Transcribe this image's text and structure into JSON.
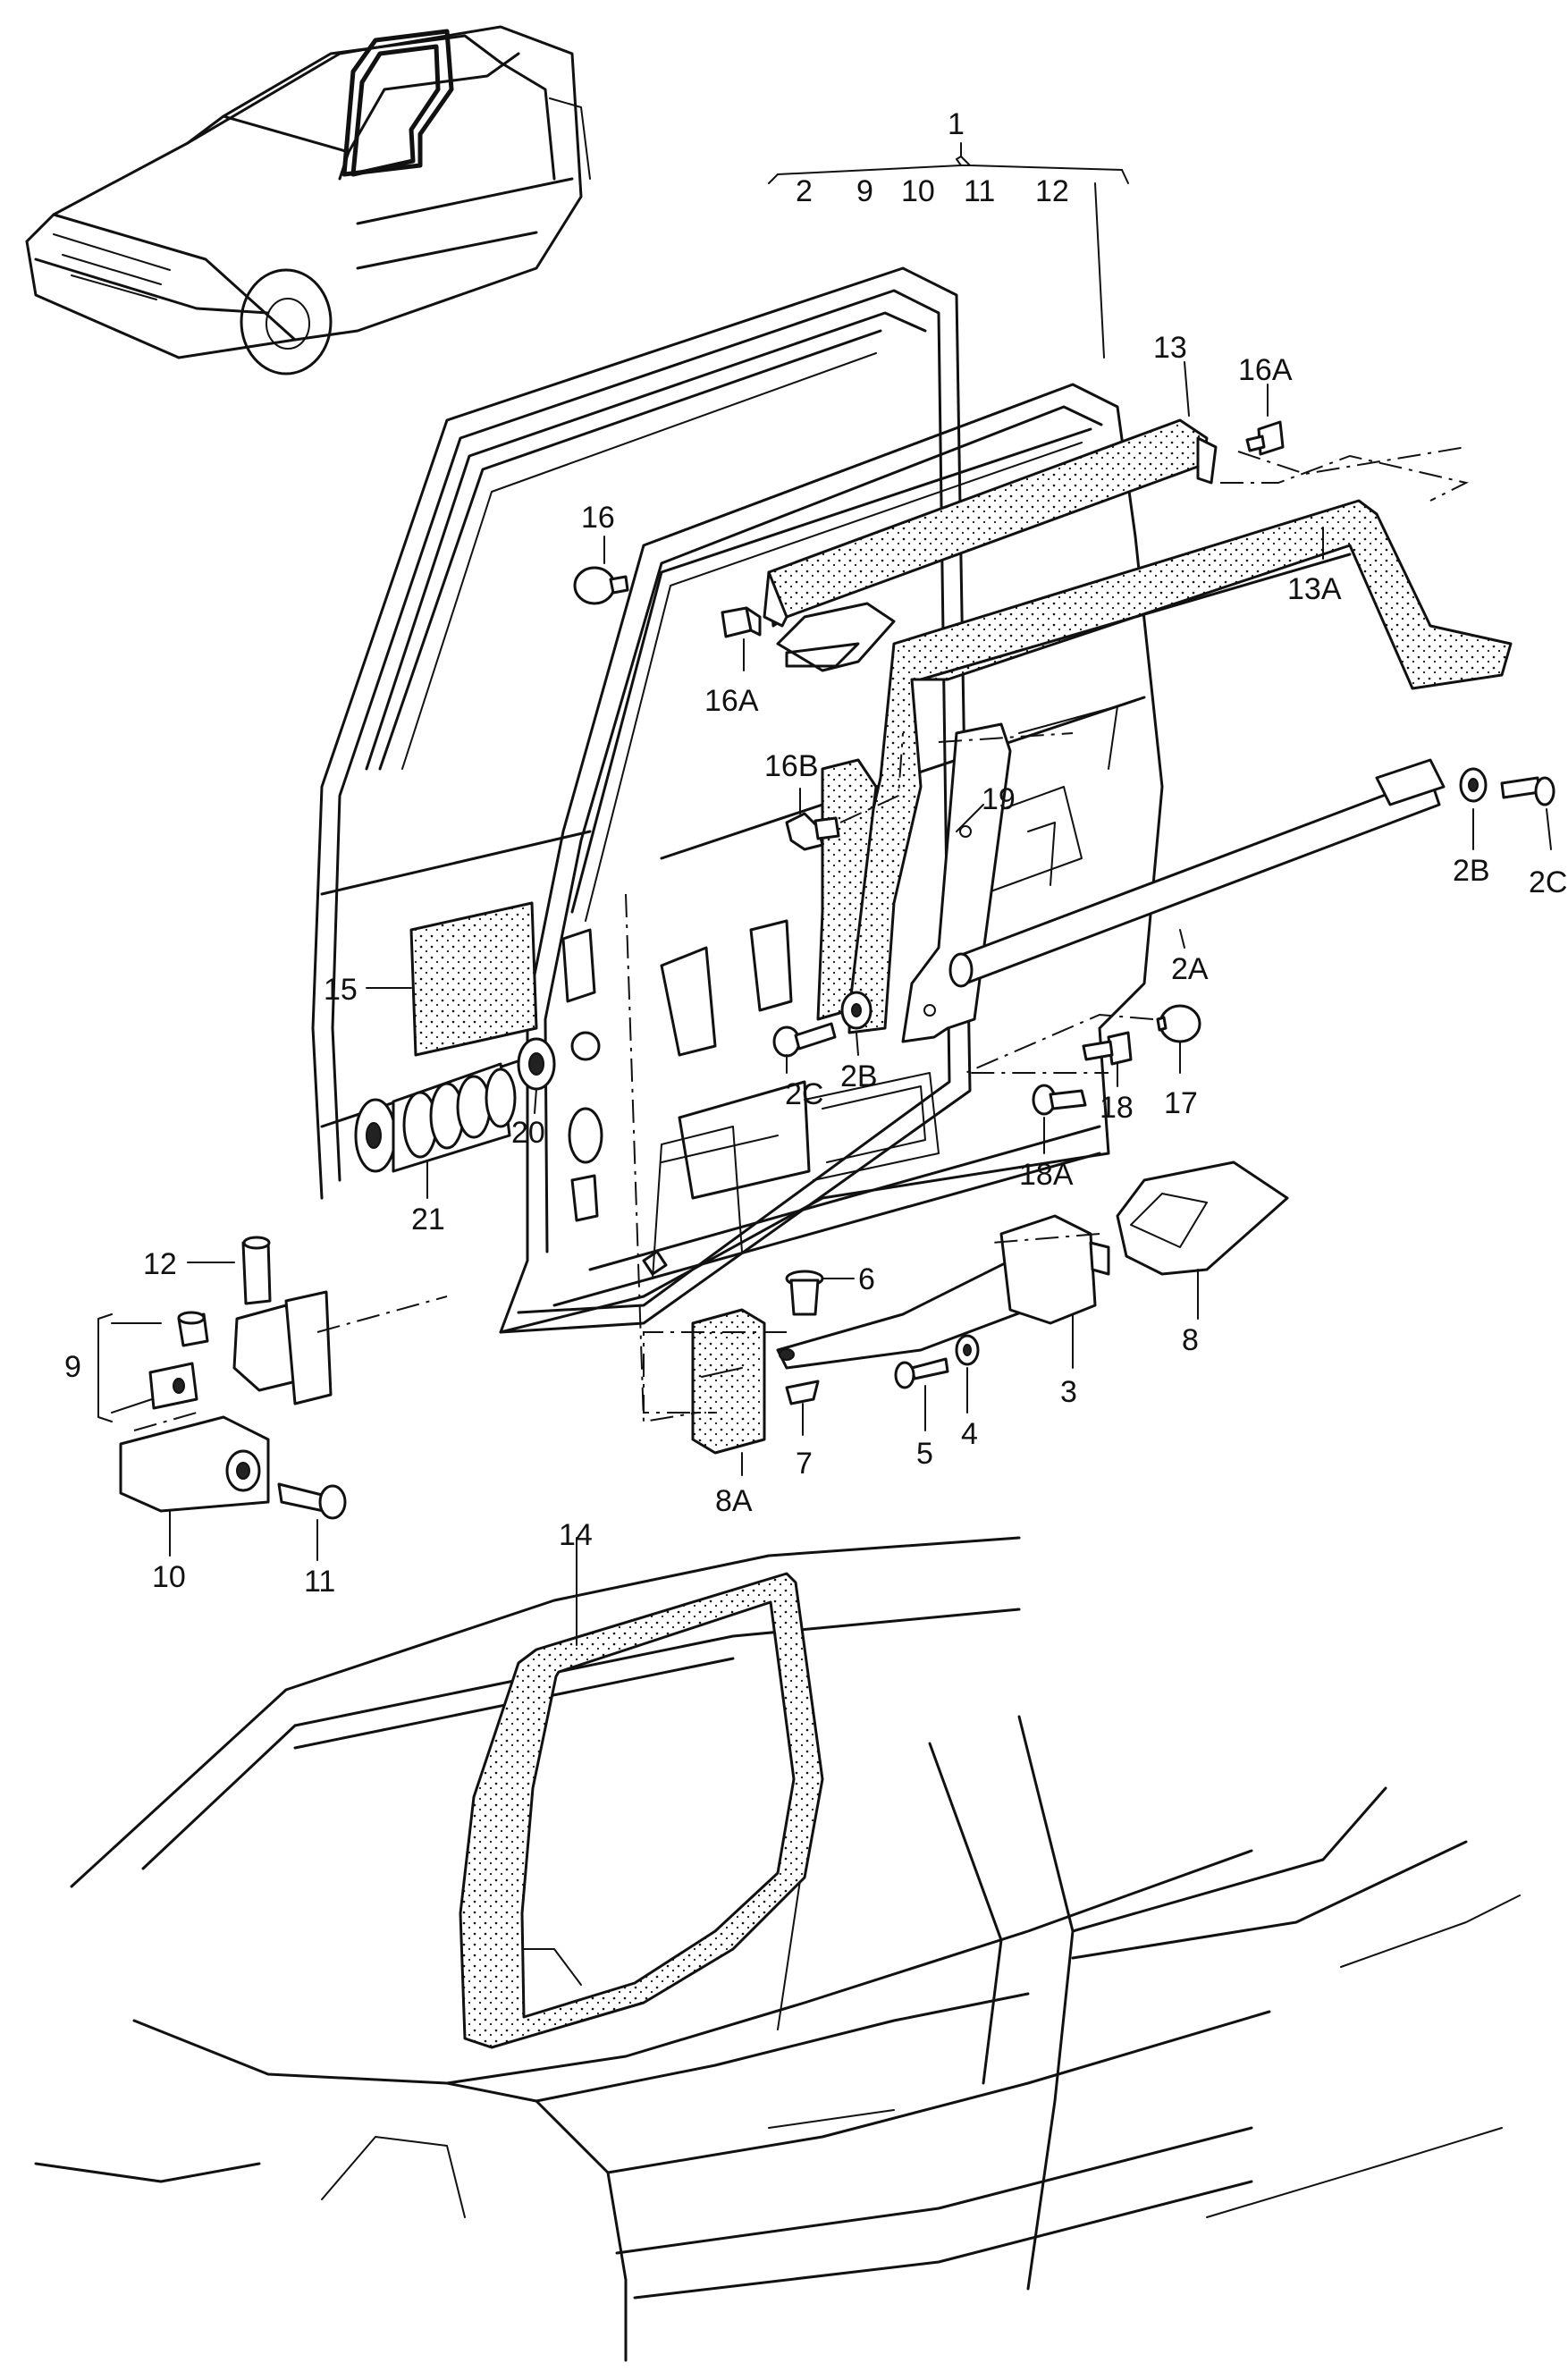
{
  "callouts": {
    "c1": "1",
    "c2": "2",
    "c9a": "9",
    "c10a": "10",
    "c11a": "11",
    "c12a": "12",
    "c13": "13",
    "c16A_top": "16A",
    "c16": "16",
    "c13A": "13A",
    "c16A_left": "16A",
    "c16B": "16B",
    "c19": "19",
    "c2B_right": "2B",
    "c2C_right": "2C",
    "c2A": "2A",
    "c15": "15",
    "c2C_mid": "2C",
    "c2B_mid": "2B",
    "c17": "17",
    "c18": "18",
    "c18A": "18A",
    "c20": "20",
    "c21": "21",
    "c12b": "12",
    "c6": "6",
    "c8": "8",
    "c9b": "9",
    "c3": "3",
    "c4": "4",
    "c5": "5",
    "c7": "7",
    "c8A": "8A",
    "c10b": "10",
    "c11b": "11",
    "c14": "14"
  }
}
